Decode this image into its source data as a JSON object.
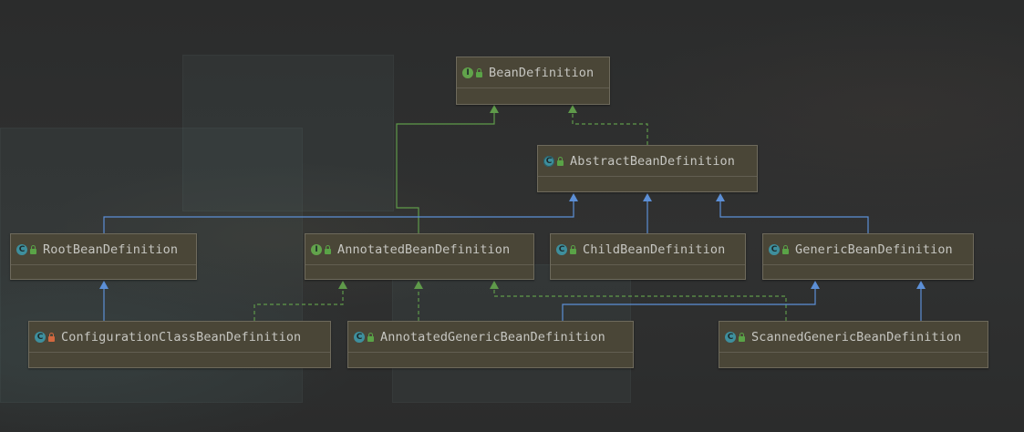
{
  "colors": {
    "generalization_edge": "#5c8fd6",
    "realization_edge": "#5f9a4a",
    "node_fill": "#4a4637",
    "node_border": "#6e6a5c",
    "class_badge": "#3e8f9d",
    "interface_badge": "#62a34b",
    "public_marker": "#5aa347",
    "private_marker": "#d2683f"
  },
  "nodes": {
    "bean_definition": {
      "label": "BeanDefinition",
      "kind": "interface",
      "kind_letter": "I",
      "visibility": "public"
    },
    "abstract_bean_definition": {
      "label": "AbstractBeanDefinition",
      "kind": "abstract-class",
      "kind_letter": "C",
      "visibility": "public"
    },
    "root_bean_definition": {
      "label": "RootBeanDefinition",
      "kind": "class",
      "kind_letter": "C",
      "visibility": "public"
    },
    "annotated_bean_definition": {
      "label": "AnnotatedBeanDefinition",
      "kind": "interface",
      "kind_letter": "I",
      "visibility": "public"
    },
    "child_bean_definition": {
      "label": "ChildBeanDefinition",
      "kind": "class",
      "kind_letter": "C",
      "visibility": "public"
    },
    "generic_bean_definition": {
      "label": "GenericBeanDefinition",
      "kind": "class",
      "kind_letter": "C",
      "visibility": "public"
    },
    "configuration_class_bean_definition": {
      "label": "ConfigurationClassBeanDefinition",
      "kind": "class",
      "kind_letter": "C",
      "visibility": "private"
    },
    "annotated_generic_bean_definition": {
      "label": "AnnotatedGenericBeanDefinition",
      "kind": "class",
      "kind_letter": "C",
      "visibility": "public"
    },
    "scanned_generic_bean_definition": {
      "label": "ScannedGenericBeanDefinition",
      "kind": "class",
      "kind_letter": "C",
      "visibility": "public"
    }
  },
  "edges": [
    {
      "from": "abstract_bean_definition",
      "to": "bean_definition",
      "type": "realization"
    },
    {
      "from": "annotated_bean_definition",
      "to": "bean_definition",
      "type": "generalization-interface"
    },
    {
      "from": "root_bean_definition",
      "to": "abstract_bean_definition",
      "type": "generalization"
    },
    {
      "from": "child_bean_definition",
      "to": "abstract_bean_definition",
      "type": "generalization"
    },
    {
      "from": "generic_bean_definition",
      "to": "abstract_bean_definition",
      "type": "generalization"
    },
    {
      "from": "configuration_class_bean_definition",
      "to": "root_bean_definition",
      "type": "generalization"
    },
    {
      "from": "configuration_class_bean_definition",
      "to": "annotated_bean_definition",
      "type": "realization"
    },
    {
      "from": "annotated_generic_bean_definition",
      "to": "annotated_bean_definition",
      "type": "realization"
    },
    {
      "from": "scanned_generic_bean_definition",
      "to": "annotated_bean_definition",
      "type": "realization"
    },
    {
      "from": "annotated_generic_bean_definition",
      "to": "generic_bean_definition",
      "type": "generalization"
    },
    {
      "from": "scanned_generic_bean_definition",
      "to": "generic_bean_definition",
      "type": "generalization"
    }
  ]
}
